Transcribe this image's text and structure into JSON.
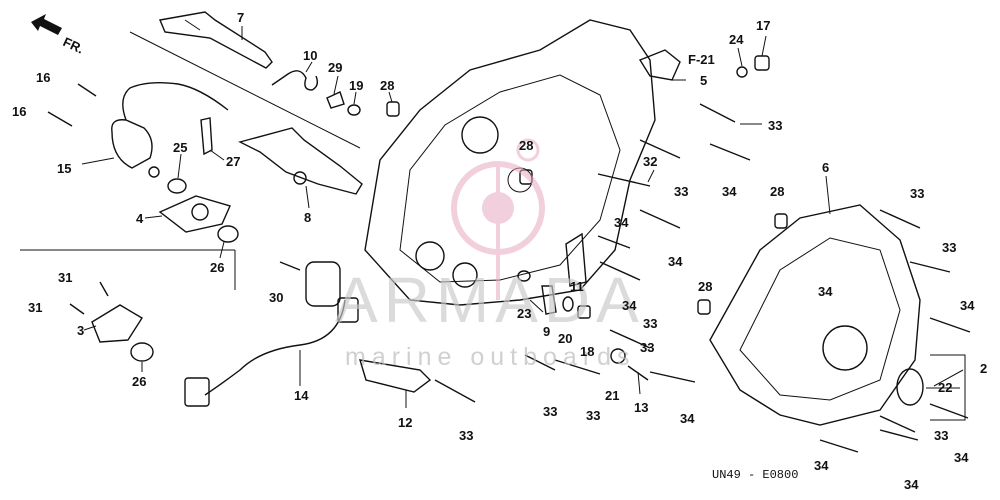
{
  "diagram": {
    "direction_label": "FR.",
    "section_ref": "F-21",
    "code": "UN49 - E0800",
    "watermark": {
      "brand": "ARMADA",
      "tagline": "marine outboards",
      "logo_color": "#e8a9c2"
    },
    "callouts": [
      {
        "id": "c7",
        "text": "7"
      },
      {
        "id": "c10",
        "text": "10"
      },
      {
        "id": "c29",
        "text": "29"
      },
      {
        "id": "c19",
        "text": "19"
      },
      {
        "id": "c28a",
        "text": "28"
      },
      {
        "id": "c16a",
        "text": "16"
      },
      {
        "id": "c16b",
        "text": "16"
      },
      {
        "id": "c15",
        "text": "15"
      },
      {
        "id": "c25",
        "text": "25"
      },
      {
        "id": "c27",
        "text": "27"
      },
      {
        "id": "c4",
        "text": "4"
      },
      {
        "id": "c8",
        "text": "8"
      },
      {
        "id": "c26a",
        "text": "26"
      },
      {
        "id": "c24",
        "text": "24"
      },
      {
        "id": "c17",
        "text": "17"
      },
      {
        "id": "c5",
        "text": "5"
      },
      {
        "id": "c33a",
        "text": "33"
      },
      {
        "id": "c28b",
        "text": "28"
      },
      {
        "id": "c32",
        "text": "32"
      },
      {
        "id": "c33b",
        "text": "33"
      },
      {
        "id": "c34a",
        "text": "34"
      },
      {
        "id": "c6",
        "text": "6"
      },
      {
        "id": "c28c",
        "text": "28"
      },
      {
        "id": "c33c",
        "text": "33"
      },
      {
        "id": "c34b",
        "text": "34"
      },
      {
        "id": "c34c",
        "text": "34"
      },
      {
        "id": "c33d",
        "text": "33"
      },
      {
        "id": "c34d",
        "text": "34"
      },
      {
        "id": "c31a",
        "text": "31"
      },
      {
        "id": "c31b",
        "text": "31"
      },
      {
        "id": "c3",
        "text": "3"
      },
      {
        "id": "c26b",
        "text": "26"
      },
      {
        "id": "c30",
        "text": "30"
      },
      {
        "id": "c14",
        "text": "14"
      },
      {
        "id": "c12",
        "text": "12"
      },
      {
        "id": "c33e",
        "text": "33"
      },
      {
        "id": "c11",
        "text": "11"
      },
      {
        "id": "c34e",
        "text": "34"
      },
      {
        "id": "c23",
        "text": "23"
      },
      {
        "id": "c9",
        "text": "9"
      },
      {
        "id": "c28d",
        "text": "28"
      },
      {
        "id": "c33f",
        "text": "33"
      },
      {
        "id": "c20",
        "text": "20"
      },
      {
        "id": "c18",
        "text": "18"
      },
      {
        "id": "c33g",
        "text": "33"
      },
      {
        "id": "c33h",
        "text": "33"
      },
      {
        "id": "c21",
        "text": "21"
      },
      {
        "id": "c13",
        "text": "13"
      },
      {
        "id": "c33i",
        "text": "33"
      },
      {
        "id": "c34f",
        "text": "34"
      },
      {
        "id": "c2",
        "text": "2"
      },
      {
        "id": "c22",
        "text": "22"
      },
      {
        "id": "c33j",
        "text": "33"
      },
      {
        "id": "c34g",
        "text": "34"
      },
      {
        "id": "c34h",
        "text": "34"
      },
      {
        "id": "c34i",
        "text": "34"
      },
      {
        "id": "c34j",
        "text": "34"
      }
    ]
  }
}
